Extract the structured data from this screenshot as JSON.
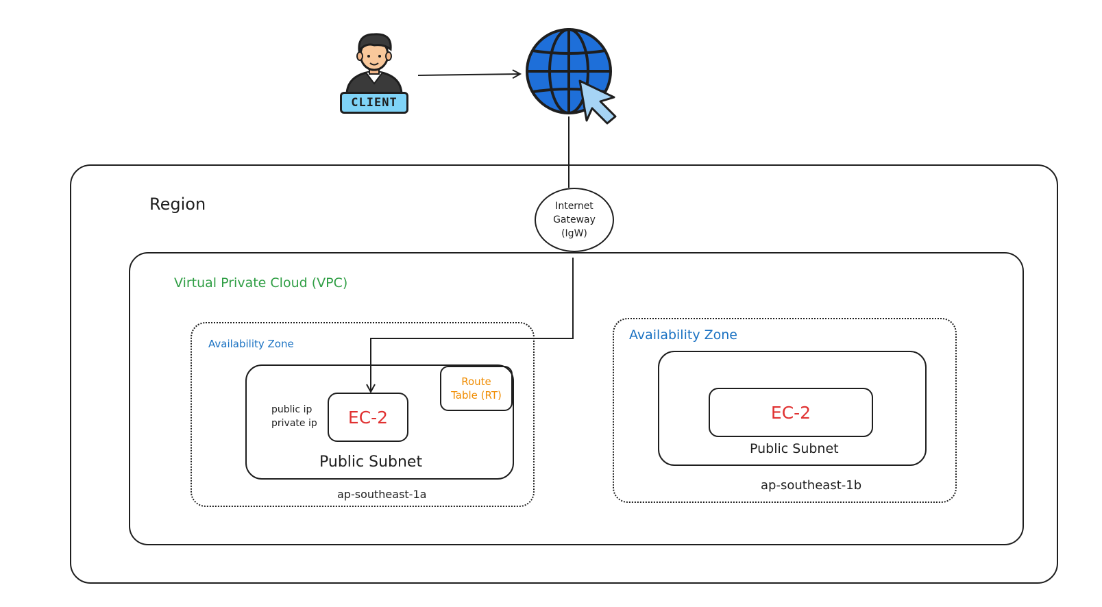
{
  "client": {
    "badge_label": "CLIENT"
  },
  "internet_gateway": {
    "line1": "Internet",
    "line2": "Gateway",
    "line3": "(IgW)"
  },
  "region": {
    "label": "Region"
  },
  "vpc": {
    "label": "Virtual Private Cloud (VPC)"
  },
  "zones": [
    {
      "az_label": "Availability Zone",
      "zone_name": "ap-southeast-1a",
      "subnet_label": "Public Subnet",
      "ec2_label": "EC-2",
      "ip_public": "public ip",
      "ip_private": "private ip",
      "route_table_line1": "Route",
      "route_table_line2": "Table (RT)"
    },
    {
      "az_label": "Availability Zone",
      "zone_name": "ap-southeast-1b",
      "subnet_label": "Public Subnet",
      "ec2_label": "EC-2"
    }
  ],
  "colors": {
    "vpc_text": "#2f9e44",
    "az_text": "#1971c2",
    "ec2_text": "#e03131",
    "route_table_text": "#f08c00",
    "globe_fill": "#1e6fd9",
    "client_badge": "#7fd3f7"
  },
  "icons": [
    "person-icon",
    "globe-icon",
    "cursor-icon"
  ]
}
